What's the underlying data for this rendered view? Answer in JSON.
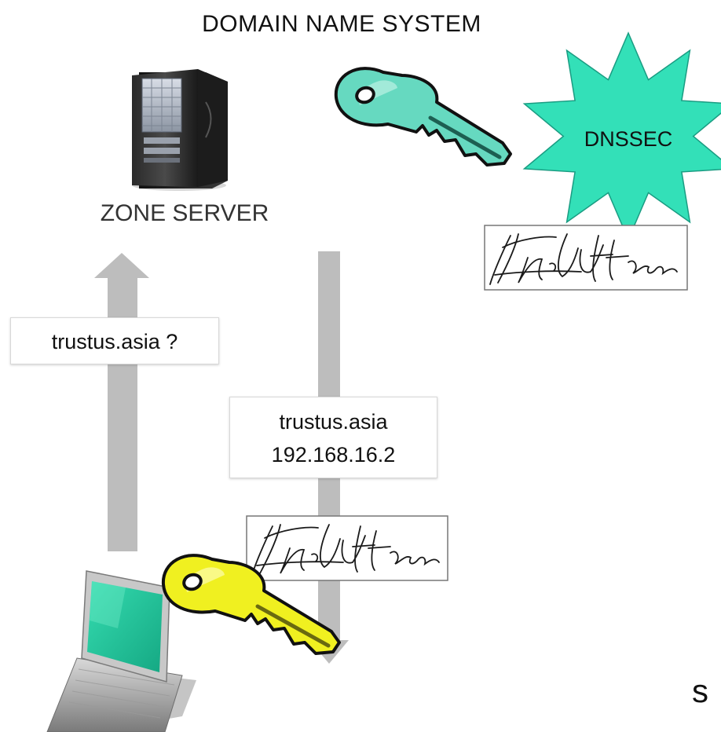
{
  "diagram": {
    "title": "DOMAIN NAME SYSTEM",
    "zone_server_label": "ZONE SERVER",
    "query_label": "trustus.asia ?",
    "answer": {
      "domain": "trustus.asia",
      "ip": "192.168.16.2"
    },
    "badge_label": "DNSSEC",
    "cut_text": "s"
  },
  "colors": {
    "arrow": "#bdbdbd",
    "public_key": "#66d9c0",
    "private_key": "#f0f020",
    "badge": "#33e0b8",
    "laptop_screen": "#1fc49a"
  },
  "icons": [
    "server-icon",
    "teal-key-icon",
    "dnssec-badge-icon",
    "signature-icon",
    "laptop-icon",
    "yellow-key-icon",
    "up-arrow",
    "down-arrow"
  ]
}
